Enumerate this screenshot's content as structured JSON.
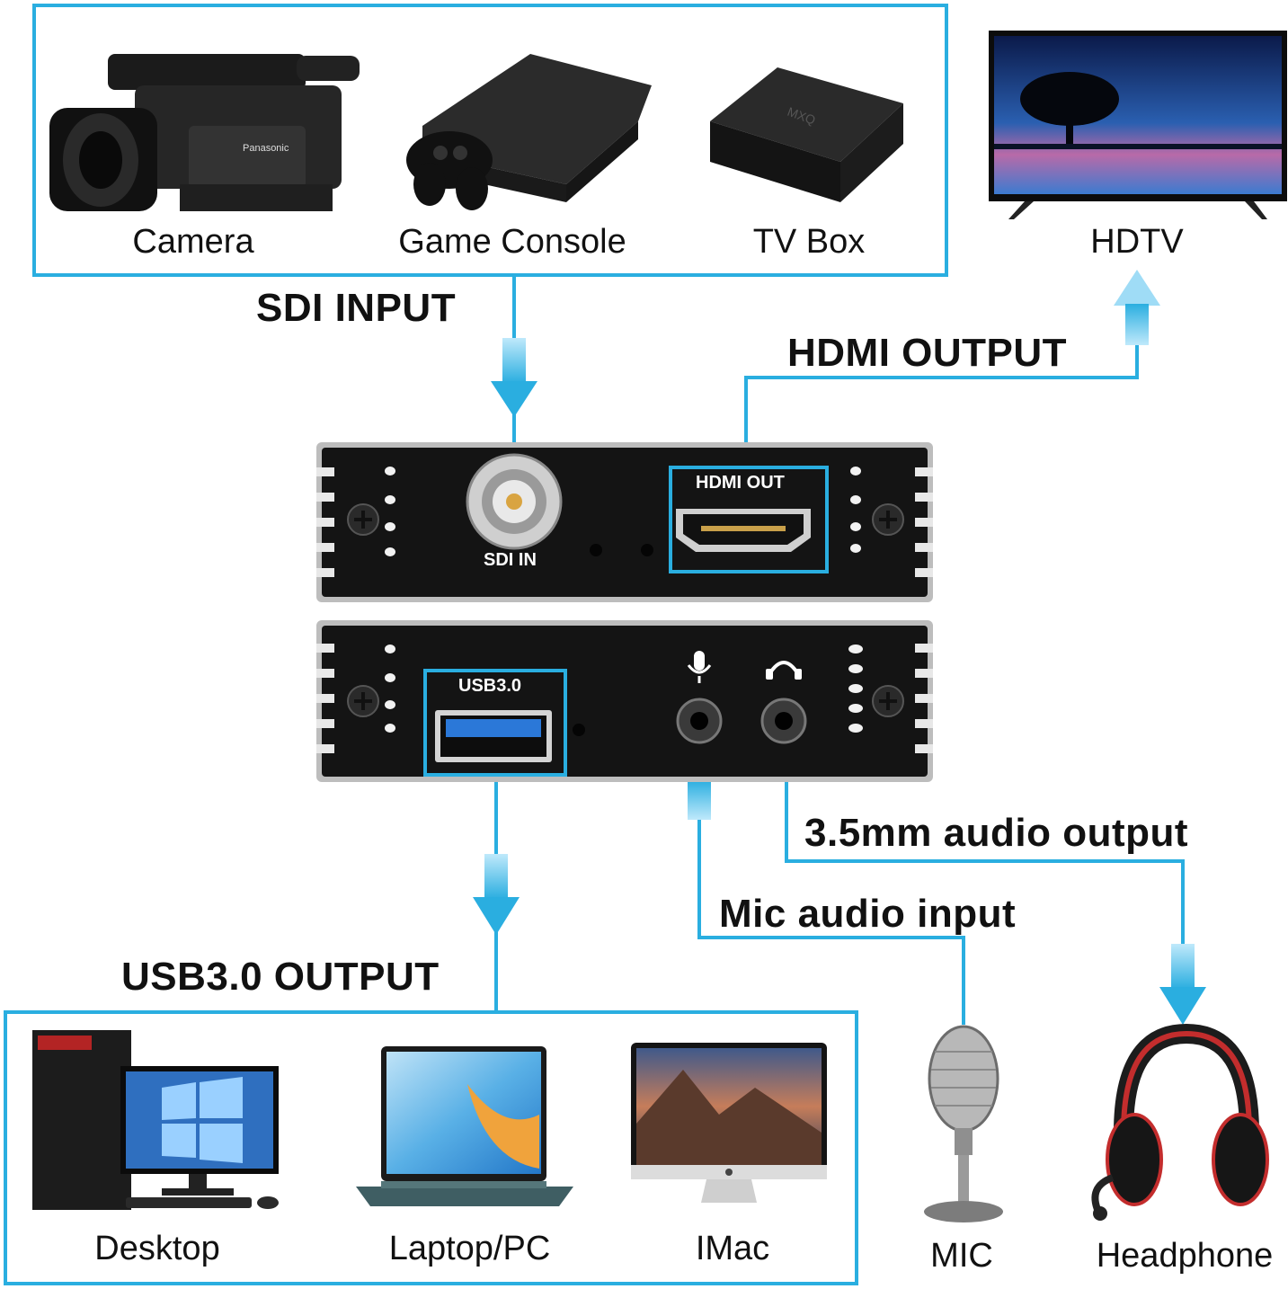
{
  "sources": {
    "items": [
      {
        "label": "Camera",
        "icon": "camera-icon"
      },
      {
        "label": "Game Console",
        "icon": "game-console-icon"
      },
      {
        "label": "TV Box",
        "icon": "tv-box-icon"
      }
    ]
  },
  "display": {
    "label": "HDTV",
    "icon": "hdtv-icon"
  },
  "connections": {
    "sdi_input": "SDI INPUT",
    "hdmi_output": "HDMI OUTPUT",
    "usb_output": "USB3.0 OUTPUT",
    "audio_output": "3.5mm audio output",
    "mic_input": "Mic audio input"
  },
  "device": {
    "sdi_in": "SDI IN",
    "hdmi_out": "HDMI OUT",
    "usb30": "USB3.0"
  },
  "computers": {
    "items": [
      {
        "label": "Desktop",
        "icon": "desktop-icon"
      },
      {
        "label": "Laptop/PC",
        "icon": "laptop-icon"
      },
      {
        "label": "IMac",
        "icon": "imac-icon"
      }
    ]
  },
  "audio": {
    "mic": {
      "label": "MIC",
      "icon": "microphone-icon"
    },
    "headphone": {
      "label": "Headphone",
      "icon": "headphone-icon"
    }
  },
  "colors": {
    "accent": "#2aaee0",
    "arrow": "#3ab8ec",
    "device": "#141414"
  }
}
